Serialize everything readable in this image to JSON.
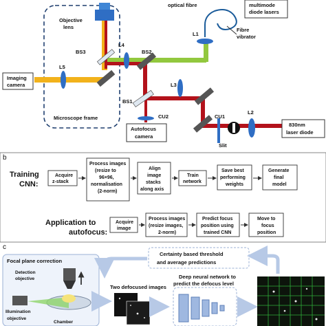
{
  "panel_a": {
    "labels": {
      "objective_lens": [
        "Objective",
        "lens"
      ],
      "optical_fibre": "optical fibre",
      "multimode_diode_lasers": [
        "multimode",
        "diode lasers"
      ],
      "fibre_vibrator": [
        "Fibre",
        "vibrator"
      ],
      "bs3": "BS3",
      "l4": "L4",
      "bs2": "BS2",
      "l1": "L1",
      "l5": "L5",
      "imaging_camera": [
        "Imaging",
        "camera"
      ],
      "l3": "L3",
      "bs1": "BS1",
      "cu2": "CU2",
      "autofocus_camera": [
        "Autofocus",
        "camera"
      ],
      "microscope_frame": "Microscope frame",
      "cu1": "CU1",
      "l2": "L2",
      "laser_diode": [
        "830nm",
        "laser diode"
      ],
      "slit": "Slit"
    },
    "colors": {
      "red_beam": "#b3121b",
      "green_beam": "#92c83e",
      "yellow_beam": "#f2b21b",
      "optic_blue": "#2f6ec4"
    }
  },
  "panel_b": {
    "panel_letter": "b",
    "training": {
      "header": [
        "Training",
        "CNN:"
      ],
      "steps": [
        [
          "Acquire",
          "z-stack"
        ],
        [
          "Process images",
          "(resize to",
          "96×96,",
          "normalisation",
          "(2-norm)"
        ],
        [
          "Align",
          "image",
          "stacks",
          "along axis"
        ],
        [
          "Train",
          "network"
        ],
        [
          "Save best",
          "performing",
          "weights"
        ],
        [
          "Generate",
          "final",
          "model"
        ]
      ]
    },
    "application": {
      "header": [
        "Application to",
        "autofocus:"
      ],
      "steps": [
        [
          "Acquire",
          "image"
        ],
        [
          "Process images",
          "(resize images,",
          "2-norm)"
        ],
        [
          "Predict focus",
          "position using",
          "trained CNN"
        ],
        [
          "Move to",
          "focus",
          "position"
        ]
      ]
    }
  },
  "panel_c": {
    "panel_letter": "c",
    "focal_plane_title": "Focal plane correction",
    "detection_objective": [
      "Detection",
      "objective"
    ],
    "illumination_objective": [
      "Illumination",
      "objective"
    ],
    "chamber": "Chamber",
    "two_defocused": "Two defocused images",
    "dnn_label": [
      "Deep neural network to",
      "predict the defocus level"
    ],
    "certainty": [
      "Certainty based threshold",
      "and average predictions"
    ]
  }
}
